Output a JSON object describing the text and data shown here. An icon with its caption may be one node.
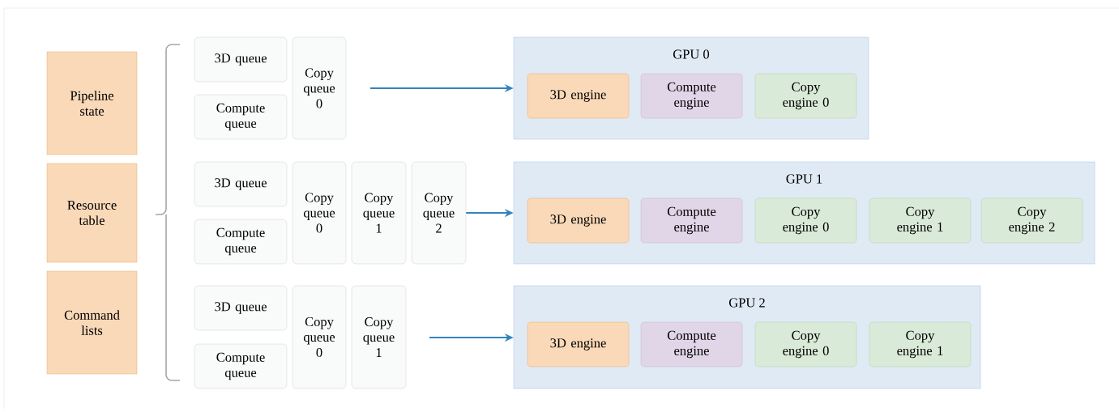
{
  "diagram": {
    "nodes": [
      {
        "text": [
          "Pipeline state"
        ]
      },
      {
        "text": [
          "Resource table"
        ]
      },
      {
        "text": [
          "Command lists"
        ]
      },
      {
        "text": [
          "3D queue"
        ]
      },
      {
        "text": [
          "Compute queue"
        ]
      },
      {
        "text": [
          "Copy queue 0"
        ]
      },
      {
        "text": [
          "3D queue"
        ]
      },
      {
        "text": [
          "Compute queue"
        ]
      },
      {
        "text": [
          "Copy queue 0"
        ]
      },
      {
        "text": [
          "Copy queue 1"
        ]
      },
      {
        "text": [
          "Copy queue 2"
        ]
      },
      {
        "text": [
          "3D queue"
        ]
      },
      {
        "text": [
          "Compute queue"
        ]
      },
      {
        "text": [
          "Copy queue 0"
        ]
      },
      {
        "text": [
          "Copy queue 1"
        ]
      },
      {
        "text": [
          "GPU 0"
        ]
      },
      {
        "text": [
          "3D engine"
        ],
        "in": 15
      },
      {
        "text": [
          "Compute engine"
        ],
        "in": 15
      },
      {
        "text": [
          "Copy engine 0"
        ],
        "in": 15
      },
      {
        "text": [
          "GPU 1"
        ]
      },
      {
        "text": [
          "3D engine"
        ],
        "in": 19
      },
      {
        "text": [
          "Compute engine"
        ],
        "in": 19
      },
      {
        "text": [
          "Copy engine 0"
        ],
        "in": 19
      },
      {
        "text": [
          "Copy engine 1"
        ],
        "in": 19
      },
      {
        "text": [
          "Copy engine 2"
        ],
        "in": 19
      },
      {
        "text": [
          "GPU 2"
        ]
      },
      {
        "text": [
          "3D engine"
        ],
        "in": 25
      },
      {
        "text": [
          "Compute engine"
        ],
        "in": 25
      },
      {
        "text": [
          "Copy engine 0"
        ],
        "in": 25
      },
      {
        "text": [
          "Copy engine 1"
        ],
        "in": 25
      }
    ],
    "edges": [
      {
        "from": null,
        "to": 15,
        "arrow": "to"
      },
      {
        "from": 10,
        "to": 19,
        "arrow": "to"
      },
      {
        "from": null,
        "to": 25,
        "arrow": "to"
      }
    ]
  }
}
